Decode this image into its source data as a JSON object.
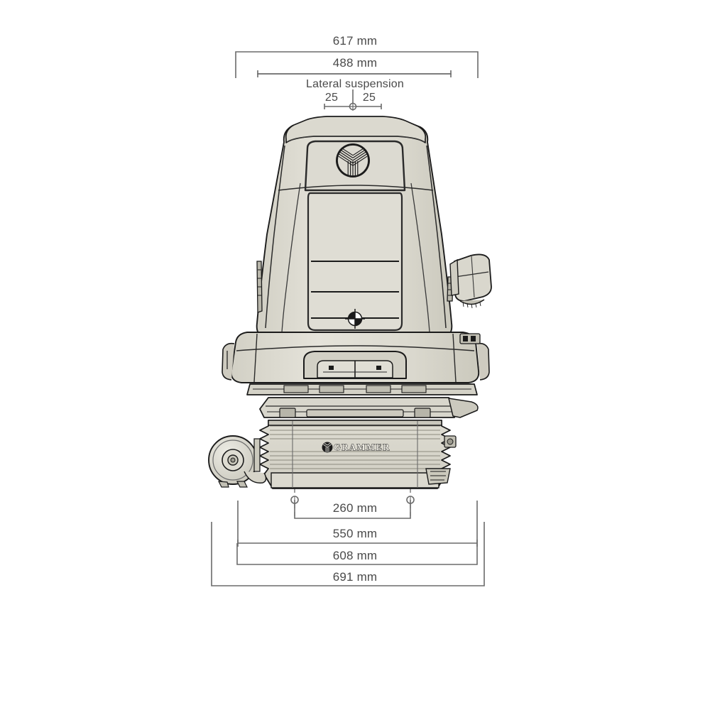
{
  "drawing": {
    "title": "Technical dimension drawing - vehicle seat, front view",
    "background_color": "#ffffff",
    "line_color": "#6b6b6b",
    "outline_color": "#1b1b1b",
    "fill_light": "#e3e1d8",
    "fill_mid": "#d6d4c9",
    "fill_dark": "#c6c4b8",
    "text_color": "#4a4a4a"
  },
  "dimensions": {
    "top": {
      "overall_width": "617 mm",
      "backrest_width": "488 mm",
      "lateral_suspension_label": "Lateral suspension",
      "lateral_left": "25",
      "lateral_right": "25"
    },
    "bottom": {
      "mount_spacing": "260 mm",
      "base_width": "550 mm",
      "frame_width": "608 mm",
      "total_width": "691 mm"
    }
  },
  "branding": {
    "bellows_text": "GRAMMER",
    "headrest_logo": "grammer-logo-icon",
    "bellows_logo": "grammer-logo-icon"
  },
  "markers": {
    "center_datum": "center-datum-icon",
    "lateral_center": "lateral-center-icon",
    "mount_left": "mount-point-icon",
    "mount_right": "mount-point-icon"
  },
  "components": {
    "headrest": "headrest",
    "backrest": "backrest",
    "seat_cushion": "seat-cushion",
    "armrest_right": "armrest-right",
    "suspension_scissor": "suspension-scissor",
    "bellows": "bellows",
    "adjuster_wheel": "weight-adjuster-wheel",
    "seat_rails": "seat-rails"
  }
}
